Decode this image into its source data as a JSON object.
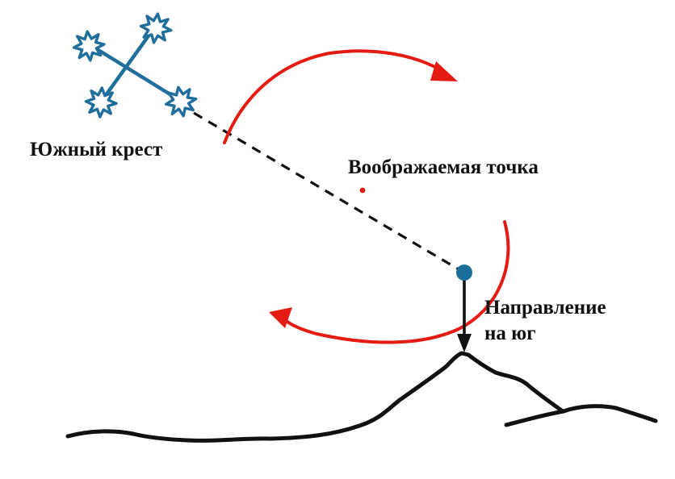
{
  "labels": {
    "southern_cross": "Южный крест",
    "imaginary_point": "Воображаемая точка",
    "south_line1": "Направление",
    "south_line2": "на юг"
  },
  "icons": {
    "star": "four-star-constellation-icon",
    "arrow": "red-curved-arrow-icon",
    "pole_marker": "blue-dot-icon"
  },
  "colors": {
    "constellation": "#1f6e9b",
    "rotation": "#e41b13",
    "ink": "#111111",
    "pole_marker": "#1b6d9a",
    "background": "#ffffff"
  }
}
